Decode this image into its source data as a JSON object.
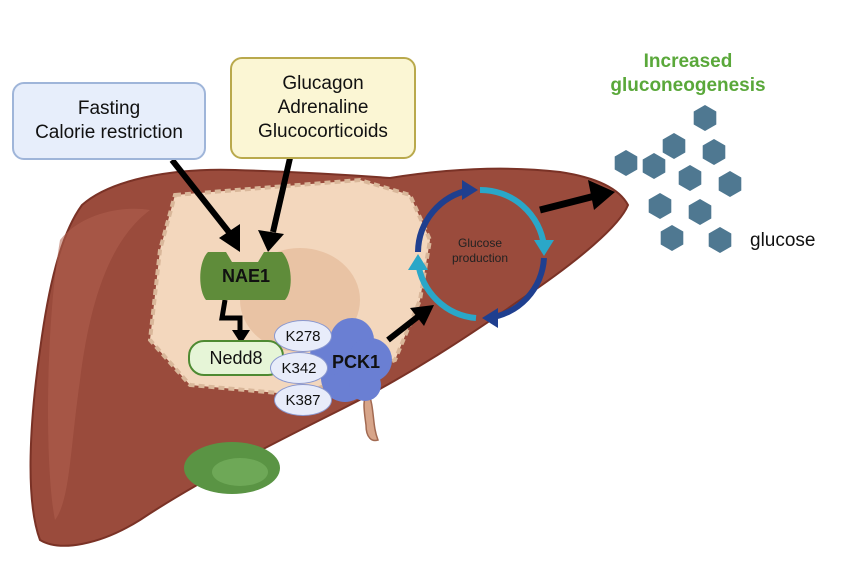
{
  "stimuli": {
    "box1": {
      "lines": [
        "Fasting",
        "Calorie restriction"
      ],
      "fill": "#e7eefb",
      "stroke": "#9fb5d9"
    },
    "box2": {
      "lines": [
        "Glucagon",
        "Adrenaline",
        "Glucocorticoids"
      ],
      "fill": "#fbf6d4",
      "stroke": "#b9a94c"
    }
  },
  "enzyme": {
    "label": "NAE1",
    "color": "#5f8c3a"
  },
  "nedd8": {
    "label": "Nedd8",
    "fill": "#e6f5d7",
    "stroke": "#4e8a32"
  },
  "pck1": {
    "label": "PCK1",
    "color": "#6a7fd3",
    "lysines": [
      "K278",
      "K342",
      "K387"
    ]
  },
  "cycle": {
    "label": "Glucose production",
    "dark_color": "#1f3f8f",
    "light_color": "#2aa7c8"
  },
  "outcome": {
    "title": "Increased gluconeogenesis",
    "color": "#5aa83a"
  },
  "glucose": {
    "label": "glucose",
    "hex_color": "#4f7891"
  },
  "colors": {
    "liver": "#9a4b3c",
    "liver_dark": "#7a3226",
    "cell": "#f3d7bd",
    "gallbladder": "#5a9444",
    "arrow": "#000000"
  }
}
